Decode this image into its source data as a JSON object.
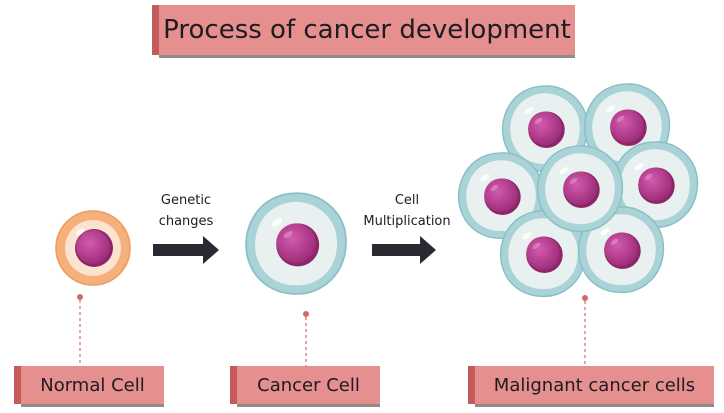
{
  "title": "Process of cancer development",
  "steps": {
    "genetic": [
      "Genetic",
      "changes"
    ],
    "multiplication": [
      "Cell",
      "Multiplication"
    ]
  },
  "labels": {
    "normal": "Normal Cell",
    "cancer": "Cancer Cell",
    "malignant": "Malignant cancer cells"
  },
  "colors": {
    "label_fill": "#e58f8f",
    "label_accent": "#c45a5a",
    "normal_cell_outer": "#f6b07b",
    "normal_cell_inner": "#fbe3cf",
    "cancer_cell_outer": "#a9d3d7",
    "cancer_cell_inner": "#e9f1f0",
    "nucleus": "#b73d8e",
    "arrow": "#2a2831",
    "connector": "#d36a6a"
  }
}
